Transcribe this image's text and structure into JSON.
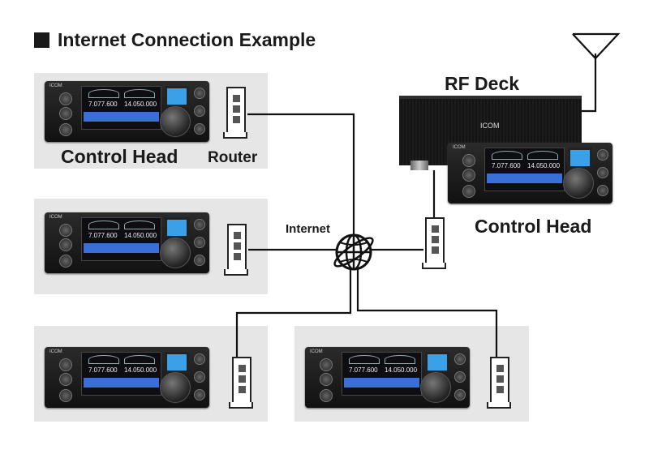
{
  "title": "Internet Connection Example",
  "labels": {
    "control_head_1": "Control Head",
    "router": "Router",
    "rf_deck": "RF Deck",
    "control_head_2": "Control Head",
    "internet": "Internet"
  },
  "radio_display": {
    "brand": "ICOM",
    "freq_main": "7.077.600",
    "freq_sub": "14.050.000"
  },
  "deck_brand": "ICOM"
}
